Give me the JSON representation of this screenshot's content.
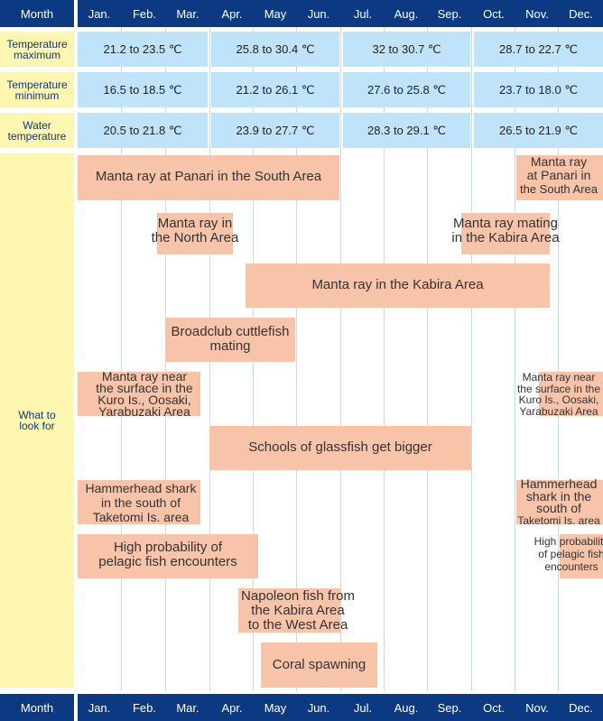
{
  "header": {
    "corner_label": "Month",
    "months": [
      "Jan.",
      "Feb.",
      "Mar.",
      "Apr.",
      "May",
      "Jun.",
      "Jul.",
      "Aug.",
      "Sep.",
      "Oct.",
      "Nov.",
      "Dec."
    ]
  },
  "footer": {
    "corner_label": "Month",
    "months": [
      "Jan.",
      "Feb.",
      "Mar.",
      "Apr.",
      "May",
      "Jun.",
      "Jul.",
      "Aug.",
      "Sep.",
      "Oct.",
      "Nov.",
      "Dec."
    ]
  },
  "rows": {
    "temp_max": {
      "label_line1": "Temperature",
      "label_line2": "maximum",
      "values": [
        "21.2 to 23.5 ℃",
        "25.8 to 30.4 ℃",
        "32 to 30.7 ℃",
        "28.7 to 22.7 ℃"
      ]
    },
    "temp_min": {
      "label_line1": "Temperature",
      "label_line2": "minimum",
      "values": [
        "16.5 to 18.5 ℃",
        "21.2 to 26.1 ℃",
        "27.6 to 25.8 ℃",
        "23.7 to 18.0 ℃"
      ]
    },
    "water": {
      "label_line1": "Water",
      "label_line2": "temperature",
      "values": [
        "20.5 to 21.8 ℃",
        "23.9 to 27.7 ℃",
        "28.3 to 29.1 ℃",
        "26.5 to 21.9 ℃"
      ]
    },
    "what": {
      "label_line1": "What to",
      "label_line2": "look for"
    }
  },
  "events": {
    "manta_panari_main": [
      "Manta ray at Panari in the South Area"
    ],
    "manta_panari_dec": [
      "Manta ray",
      "at Panari in",
      "the South Area"
    ],
    "manta_north": [
      "Manta ray in",
      "the North Area"
    ],
    "manta_mating": [
      "Manta ray mating",
      "in the Kabira Area"
    ],
    "manta_kabira": [
      "Manta ray in the Kabira Area"
    ],
    "cuttlefish": [
      "Broadclub cuttlefish",
      "mating"
    ],
    "manta_kuro_main": [
      "Manta ray near",
      "the surface in the",
      "Kuro Is., Oosaki,",
      "Yarabuzaki Area"
    ],
    "manta_kuro_dec": [
      "Manta ray near",
      "the surface in the",
      "Kuro Is., Oosaki,",
      "Yarabuzaki Area"
    ],
    "glassfish": [
      "Schools of glassfish get bigger"
    ],
    "hammerhead_main": [
      "Hammerhead shark",
      "in the south of",
      "Taketomi Is. area"
    ],
    "hammerhead_dec": [
      "Hammerhead",
      "shark in the",
      "south of",
      "Taketomi Is. area"
    ],
    "pelagic_main": [
      "High probability of",
      "pelagic fish encounters"
    ],
    "pelagic_dec": [
      "High probability",
      "of pelagic fish",
      "encounters"
    ],
    "napoleon": [
      "Napoleon fish from",
      "the Kabira Area",
      "to the West Area"
    ],
    "coral": [
      "Coral spawning"
    ]
  },
  "colors": {
    "header_bg": "#0b3a82",
    "label_bg": "#fdf6b0",
    "temp_cell": "#bfe3f8",
    "event_bar": "#f7c4aa",
    "grid_line": "#c9dbe9"
  }
}
